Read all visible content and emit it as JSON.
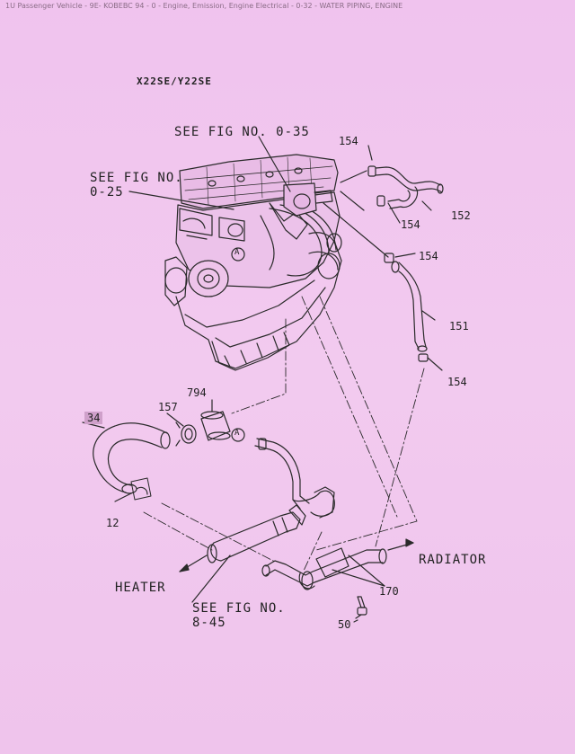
{
  "document": {
    "header": "1U Passenger Vehicle - 9E- KOBEBC 94 - 0 - Engine, Emission, Engine Electrical - 0-32 - WATER PIPING, ENGINE",
    "model": "X22SE/Y22SE"
  },
  "references": {
    "fig_035": "SEE FIG NO. 0-35",
    "fig_025_line1": "SEE FIG NO.",
    "fig_025_line2": "0-25",
    "fig_845_line1": "SEE FIG NO.",
    "fig_845_line2": "8-45"
  },
  "directions": {
    "heater": "HEATER",
    "radiator": "RADIATOR"
  },
  "callouts": {
    "a_marker": "A",
    "p154_top": "154",
    "p154_mid": "154",
    "p154_right": "154",
    "p154_low": "154",
    "p152": "152",
    "p151": "151",
    "p794": "794",
    "p157": "157",
    "p34": "34",
    "p12": "12",
    "p170": "170",
    "p50": "50"
  }
}
